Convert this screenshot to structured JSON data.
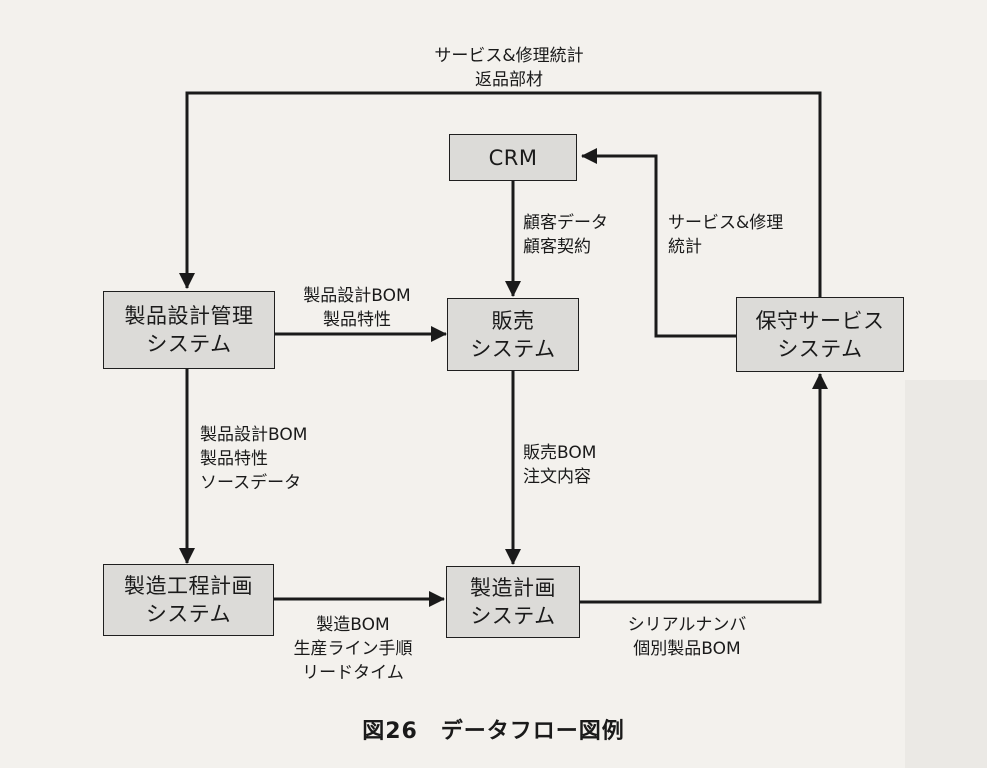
{
  "nodes": {
    "crm": [
      "CRM"
    ],
    "sales": [
      "販売",
      "システム"
    ],
    "design": [
      "製品設計管理",
      "システム"
    ],
    "maintenance": [
      "保守サービス",
      "システム"
    ],
    "process": [
      "製造工程計画",
      "システム"
    ],
    "production": [
      "製造計画",
      "システム"
    ]
  },
  "edges": {
    "top_loop": [
      "サービス&修理統計",
      "返品部材"
    ],
    "crm_to_sales": [
      "顧客データ",
      "顧客契約"
    ],
    "maint_to_crm": [
      "サービス&修理",
      "統計"
    ],
    "design_to_sales": [
      "製品設計BOM",
      "製品特性"
    ],
    "design_to_process": [
      "製品設計BOM",
      "製品特性",
      "ソースデータ"
    ],
    "sales_to_production": [
      "販売BOM",
      "注文内容"
    ],
    "process_to_production": [
      "製造BOM",
      "生産ライン手順",
      "リードタイム"
    ],
    "production_to_maint": [
      "シリアルナンバ",
      "個別製品BOM"
    ]
  },
  "caption": "図26　データフロー図例"
}
